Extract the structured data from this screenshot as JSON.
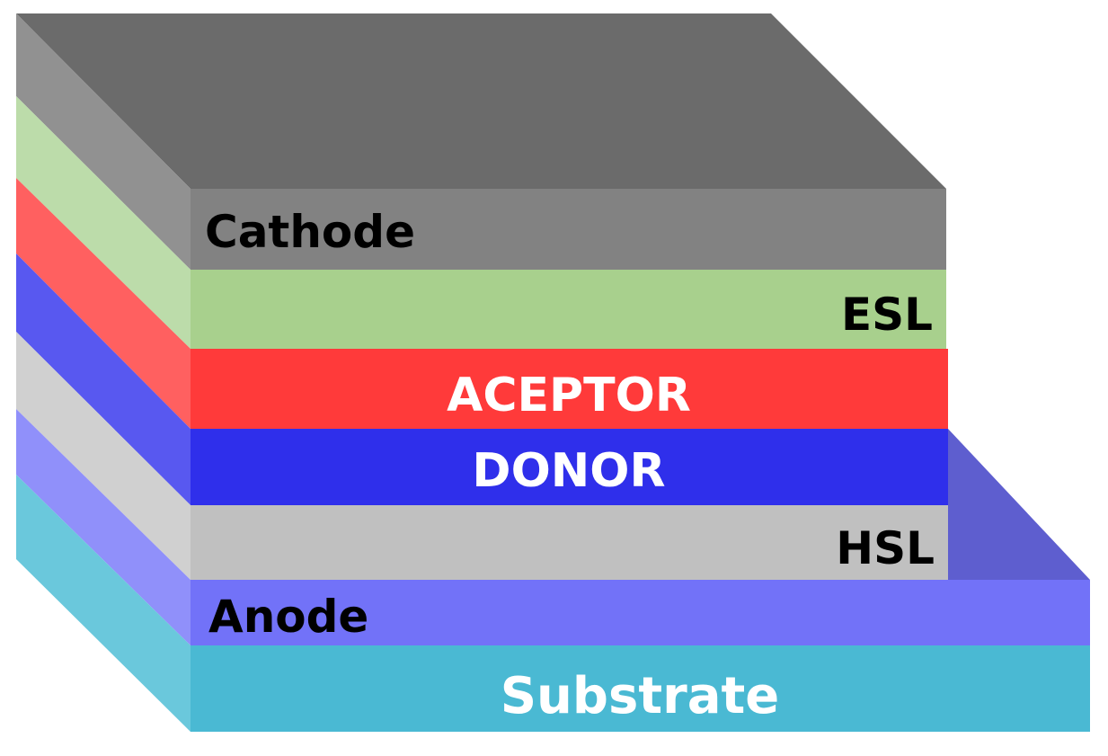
{
  "layers": [
    {
      "key": "cathode",
      "label": "Cathode",
      "front_color": "#828282",
      "side_color": "#919191",
      "top_color": "#6b6b6b",
      "text_color": "#000000"
    },
    {
      "key": "esl",
      "label": "ESL",
      "front_color": "#a8d08d",
      "side_color": "#bcdcaa",
      "text_color": "#000000"
    },
    {
      "key": "acceptor",
      "label": "ACEPTOR",
      "front_color": "#ff3a3a",
      "side_color": "#ff6060",
      "text_color": "#ffffff"
    },
    {
      "key": "donor",
      "label": "DONOR",
      "front_color": "#2f2feb",
      "side_color": "#5858f0",
      "text_color": "#ffffff"
    },
    {
      "key": "hsl",
      "label": "HSL",
      "front_color": "#c0c0c0",
      "side_color": "#d0d0d0",
      "text_color": "#000000"
    },
    {
      "key": "anode",
      "label": "Anode",
      "front_color": "#7272f8",
      "side_color": "#9090fa",
      "top_color": "#5e5ecf",
      "text_color": "#000000"
    },
    {
      "key": "substrate",
      "label": "Substrate",
      "front_color": "#4ab9d3",
      "side_color": "#6ac8dc",
      "text_color": "#ffffff"
    }
  ]
}
